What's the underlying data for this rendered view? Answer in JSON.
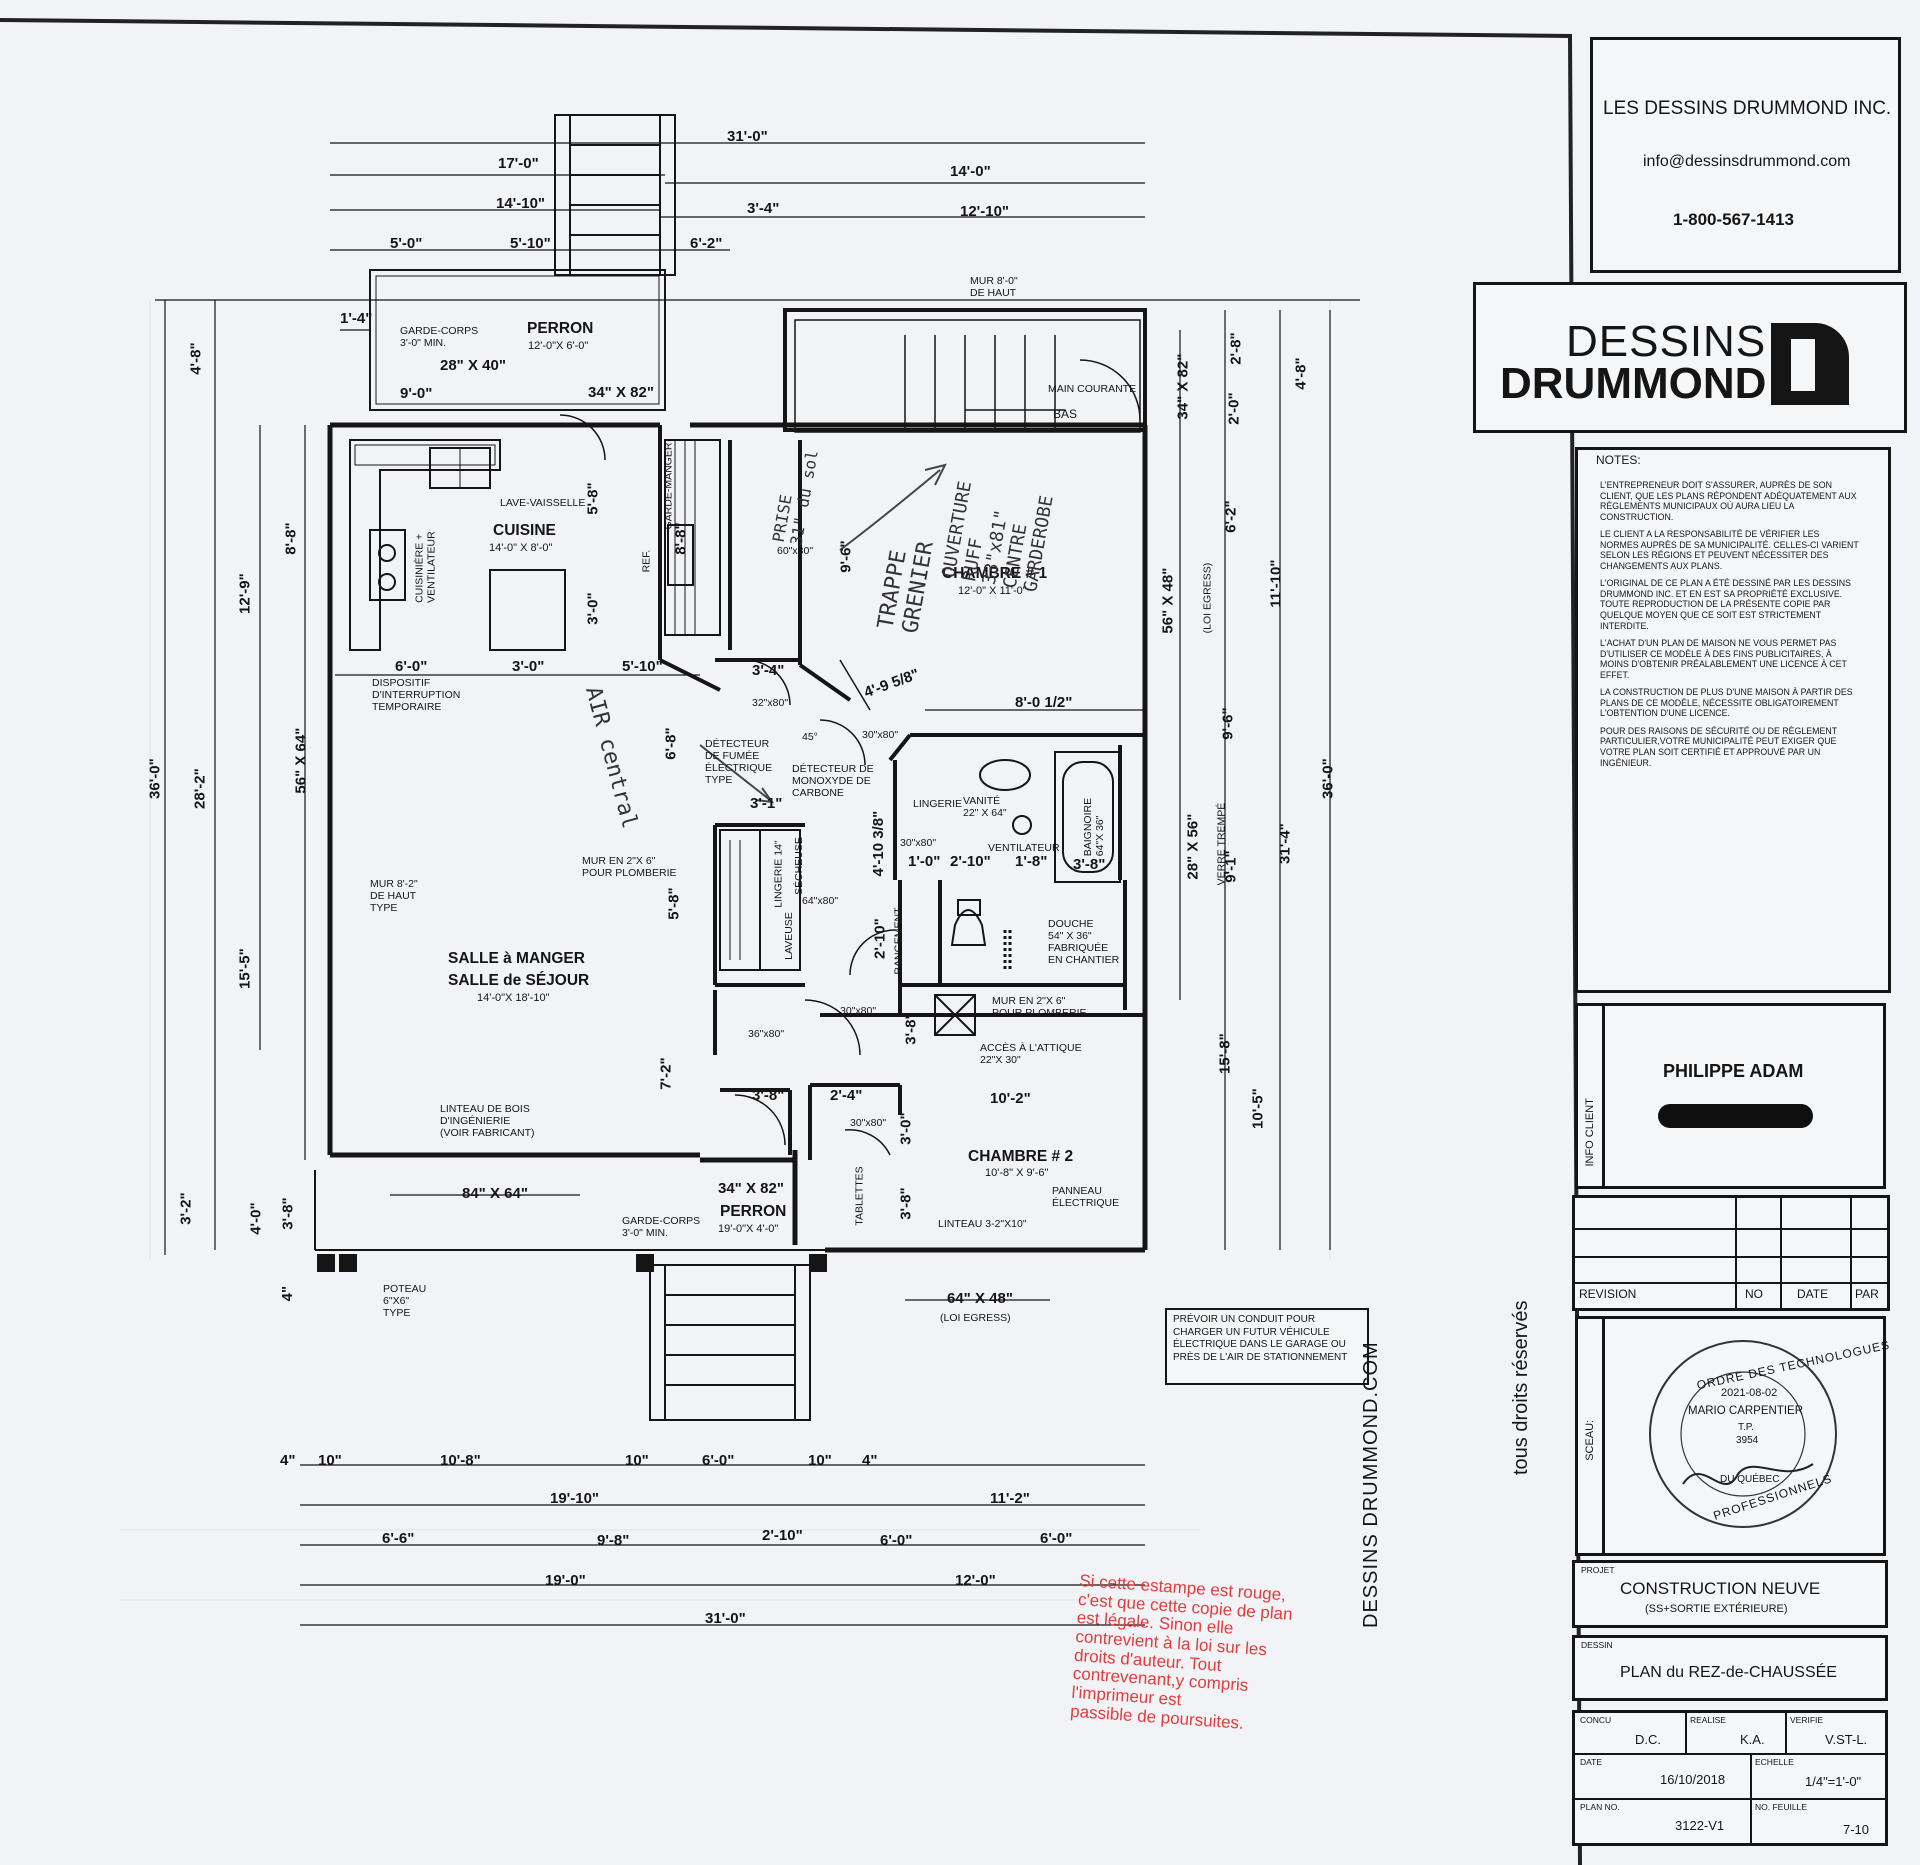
{
  "company": {
    "name": "LES DESSINS DRUMMOND INC.",
    "email": "info@dessinsdrummond.com",
    "phone": "1-800-567-1413",
    "logo_line1": "DESSINS",
    "logo_line2": "DRUMMOND"
  },
  "notes": {
    "title": "NOTES:",
    "items": [
      "L'ENTREPRENEUR DOIT S'ASSURER, AUPRÈS DE SON CLIENT, QUE LES PLANS RÉPONDENT ADÉQUATEMENT AUX RÈGLEMENTS MUNICIPAUX OÙ AURA LIEU LA CONSTRUCTION.",
      "LE CLIENT A LA RESPONSABILITÉ DE VÉRIFIER LES NORMES AUPRÈS DE SA MUNICIPALITÉ. CELLES-CI VARIENT SELON LES RÉGIONS ET PEUVENT NÉCESSITER DES CHANGEMENTS AUX PLANS.",
      "L'ORIGINAL DE CE PLAN A ÉTÉ DESSINÉ PAR LES DESSINS DRUMMOND INC. ET EN EST SA PROPRIÉTÉ EXCLUSIVE. TOUTE REPRODUCTION DE LA PRÉSENTE COPIE PAR QUELQUE MOYEN QUE CE SOIT EST STRICTEMENT INTERDITE.",
      "L'ACHAT D'UN PLAN DE MAISON NE VOUS PERMET PAS D'UTILISER CE MODÈLE À DES FINS PUBLICITAIRES, À MOINS D'OBTENIR PRÉALABLEMENT UNE LICENCE À CET EFFET.",
      "LA CONSTRUCTION DE PLUS D'UNE MAISON À PARTIR DES PLANS DE CE MODÈLE, NÉCESSITE OBLIGATOIREMENT L'OBTENTION D'UNE LICENCE.",
      "POUR DES RAISONS DE SÉCURITÉ OU DE RÈGLEMENT PARTICULIER,VOTRE MUNICIPALITÉ PEUT EXIGER QUE VOTRE PLAN SOIT CERTIFIÉ ET APPROUVÉ PAR UN INGÉNIEUR."
    ]
  },
  "client": {
    "section_label": "INFO CLIENT",
    "name": "PHILIPPE ADAM"
  },
  "revision": {
    "label": "REVISION",
    "no": "NO",
    "date": "DATE",
    "par": "PAR"
  },
  "seal": {
    "label": "SCEAU:",
    "arc_top": "ORDRE DES TECHNOLOGUES",
    "arc_bottom": "PROFESSIONNELS",
    "date": "2021-08-02",
    "name": "MARIO CARPENTIER",
    "tp": "T.P.",
    "number": "3954",
    "quebec": "DU QUÉBEC"
  },
  "project": {
    "label": "PROJET",
    "title": "CONSTRUCTION NEUVE",
    "subtitle": "(SS+SORTIE EXTÉRIEURE)"
  },
  "drawing": {
    "label": "DESSIN",
    "title": "PLAN du REZ-de-CHAUSSÉE"
  },
  "title_block": {
    "concu_label": "CONCU",
    "concu": "D.C.",
    "realise_label": "REALISE",
    "realise": "K.A.",
    "verifie_label": "VERIFIE",
    "verifie": "V.ST-L.",
    "date_label": "DATE",
    "date": "16/10/2018",
    "echelle_label": "ECHELLE",
    "echelle": "1/4\"=1'-0\"",
    "plan_no_label": "PLAN NO.",
    "plan_no": "3122-V1",
    "feuille_label": "NO. FEUILLE",
    "feuille": "7-10"
  },
  "side_banner": {
    "site": "DESSINS DRUMMOND.COM",
    "rights": "tous droits réservés"
  },
  "red_stamp": "Si cette estampe est rouge,\nc'est que cette copie de plan\nest légale. Sinon elle\ncontrevient à la loi sur les\ndroits d'auteur. Tout\ncontrevenant,y compris\nl'imprimeur est\npassible de poursuites.",
  "garage_note": "PRÉVOIR UN CONDUIT POUR\nCHARGER UN FUTUR VÉHICULE\nÉLECTRIQUE DANS LE GARAGE OU\nPRÈS DE L'AIR DE STATIONNEMENT",
  "rooms": {
    "perron_back": {
      "name": "PERRON",
      "size": "12'-0\"X 6'-0\""
    },
    "perron_front": {
      "name": "PERRON",
      "size": "19'-0\"X 4'-0\""
    },
    "cuisine": {
      "name": "CUISINE",
      "size": "14'-0\" X 8'-0\""
    },
    "chambre1": {
      "name": "CHAMBRE # 1",
      "size": "12'-0\" X 11'-0\""
    },
    "chambre2": {
      "name": "CHAMBRE # 2",
      "size": "10'-8\" X 9'-6\""
    },
    "salle_a": "SALLE à MANGER",
    "salle_b": "SALLE de SÉJOUR",
    "salle_size": "14'-0\"X 18'-10\""
  },
  "dims_top": [
    "31'-0\"",
    "17'-0\"",
    "14'-0\"",
    "14'-10\"",
    "3'-4\"",
    "12'-10\"",
    "5'-0\"",
    "5'-10\"",
    "6'-2\"",
    "1'-4\"",
    "9'-0\"",
    "28\" X 40\"",
    "34\" X 82\""
  ],
  "dims_bottom": [
    "4\"",
    "10\"",
    "10'-8\"",
    "10\"",
    "6'-0\"",
    "10\"",
    "4\"",
    "19'-10\"",
    "11'-2\"",
    "6'-6\"",
    "9'-8\"",
    "2'-10\"",
    "6'-0\"",
    "6'-0\"",
    "19'-0\"",
    "12'-0\"",
    "31'-0\""
  ],
  "dims_left": [
    "4'-8\"",
    "12'-9\"",
    "8'-8\"",
    "36'-0\"",
    "28'-2\"",
    "56\" X 64\"",
    "15'-5\"",
    "3'-2\"",
    "4'-0\"",
    "3'-8\"",
    "4\""
  ],
  "dims_right": [
    "2'-8\"",
    "4'-8\"",
    "34\" X 82\"",
    "2'-0\"",
    "6'-2\"",
    "11'-10\"",
    "56\" X 48\"",
    "(LOI EGRESS)",
    "9'-6\"",
    "36'-0\"",
    "31'-4\"",
    "28\" X 56\"",
    "VERRE TREMPÉ",
    "9'-1\"",
    "15'-8\"",
    "10'-5\""
  ],
  "dims_inner": [
    "6'-0\"",
    "3'-0\"",
    "5'-10\"",
    "5'-8\"",
    "3'-0\"",
    "8'-8\"",
    "9'-6\"",
    "3'-4\"",
    "4'-9 5/8\"",
    "8'-0 1/2\"",
    "6'-8\"",
    "3'-1\"",
    "4'-10 3/8\"",
    "1'-0\"",
    "2'-10\"",
    "1'-8\"",
    "3'-8\"",
    "5'-8\"",
    "2'-10\"",
    "7'-2\"",
    "3'-8\"",
    "2'-4\"",
    "10'-2\"",
    "3'-0\"",
    "3'-8\"",
    "3'-8\"",
    "84\" X 64\"",
    "34\" X 82\"",
    "64\" X 48\"",
    "(LOI EGRESS)",
    "45°",
    "32\"x80\"",
    "30\"x80\"",
    "60\"x80\"",
    "64\"x80\"",
    "30\"x80\"",
    "30\"x80\"",
    "36\"x80\"",
    "30\"x80\""
  ],
  "labels": {
    "garde_corps_top": "GARDE-CORPS\n3'-0\" MIN.",
    "garde_corps_bottom": "GARDE-CORPS\n3'-0\" MIN.",
    "mur_haut": "MUR 8'-0\"\nDE HAUT",
    "main_courante": "MAIN COURANTE",
    "bas": "BAS",
    "lave_vaisselle": "LAVE-VAISSELLE",
    "garde_manger": "GARDE-MANGER",
    "ref": "REF.",
    "cuisiniere": "CUISINIÈRE +\nVENTILATEUR",
    "dispositif": "DISPOSITIF\nD'INTERRUPTION\nTEMPORAIRE",
    "detecteur_fumee": "DÉTECTEUR\nDE FUMÉE\nÉLECTRIQUE\nTYPE",
    "detecteur_co": "DÉTECTEUR DE\nMONOXYDE DE\nCARBONE",
    "lingerie": "LINGERIE",
    "vanite": "VANITÉ\n22\" X 64\"",
    "ventilateur": "VENTILATEUR",
    "baignoire": "BAIGNOIRE\n64\"X 36\"",
    "douche": "DOUCHE\n54\" X 36\"\nFABRIQUÉE\nEN CHANTIER",
    "mur_plomberie1": "MUR EN 2\"X 6\"\nPOUR PLOMBERIE",
    "mur_plomberie2": "MUR EN 2\"X 6\"\nPOUR PLOMBERIE",
    "lingerie14": "LINGERIE 14\"",
    "secheuse": "SÉCHEUSE",
    "laveuse": "LAVEUSE",
    "rangement": "RANGEMENT",
    "mur_type": "MUR 8'-2\"\nDE HAUT\nTYPE",
    "acces_attique": "ACCÈS À L'ATTIQUE\n22\"X 30\"",
    "linteau_bois": "LINTEAU DE BOIS\nD'INGÉNIERIE\n(VOIR FABRICANT)",
    "tablettes": "TABLETTES",
    "panneau": "PANNEAU\nÉLECTRIQUE",
    "linteau_3": "LINTEAU 3-2\"X10\"",
    "poteau": "POTEAU\n6\"X6\"\nTYPE"
  },
  "handwriting": {
    "prise": "PRISE\n31\" du sol",
    "ouverture": "OUVERTURE\nRUFF\n33\"x81\"\nCENTRE\nGARDEROBE",
    "trappe": "TRAPPE\nGRENIER",
    "air": "AIR central"
  }
}
